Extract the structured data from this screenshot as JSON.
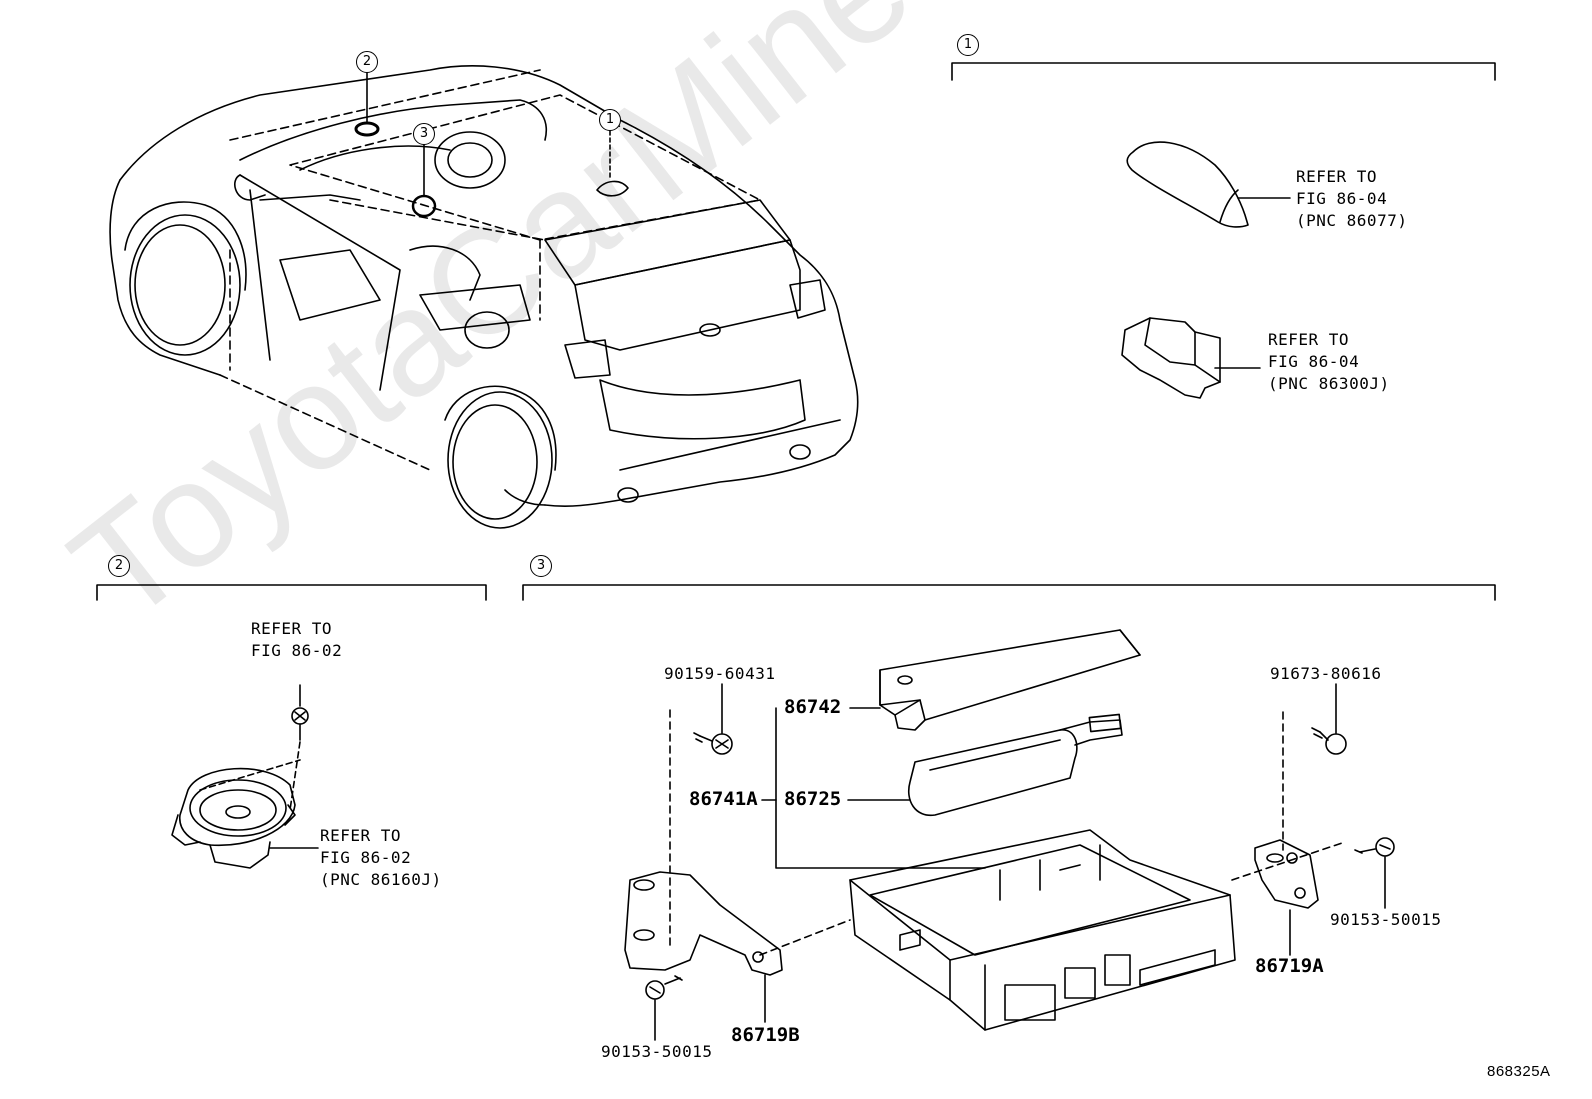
{
  "watermark": "ToyotaCarMine.ru",
  "callouts": {
    "c1_top": "1",
    "c2_top": "2",
    "c3_top": "3",
    "c1_car": "1",
    "c2_section": "2",
    "c3_section": "3"
  },
  "section1": {
    "antenna_ref": [
      "REFER TO",
      "FIG 86-04",
      "(PNC 86077)"
    ],
    "module_ref": [
      "REFER TO",
      "FIG 86-04",
      "(PNC 86300J)"
    ]
  },
  "section2": {
    "screw_ref": [
      "REFER TO",
      "FIG 86-02"
    ],
    "speaker_ref": [
      "REFER TO",
      "FIG 86-02",
      "(PNC 86160J)"
    ]
  },
  "section3": {
    "part_90159": "90159-60431",
    "part_86742": "86742",
    "part_86741A": "86741A",
    "part_86725": "86725",
    "part_91673": "91673-80616",
    "part_90153_right": "90153-50015",
    "part_86719A": "86719A",
    "part_86719B": "86719B",
    "part_90153_left": "90153-50015"
  },
  "figure_id": "868325A"
}
